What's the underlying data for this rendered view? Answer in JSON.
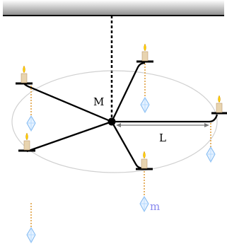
{
  "labels": {
    "center_mass": "M",
    "arm_length": "L",
    "drop_mass": "m"
  },
  "colors": {
    "ceiling_shade": "#8c8c8c",
    "arm": "#000000",
    "ellipse": "#cfcfcf",
    "candle_body": "#e8d4b0",
    "flame": "#ffd000",
    "chain": "#e0a040",
    "crystal": "#a8d4ff",
    "drop_label": "#8888ee",
    "dimension_arrow": "#777777"
  },
  "icons": [
    "candle-icon",
    "crystal-drop-icon",
    "ceiling-bar",
    "suspension-dotted-line"
  ]
}
